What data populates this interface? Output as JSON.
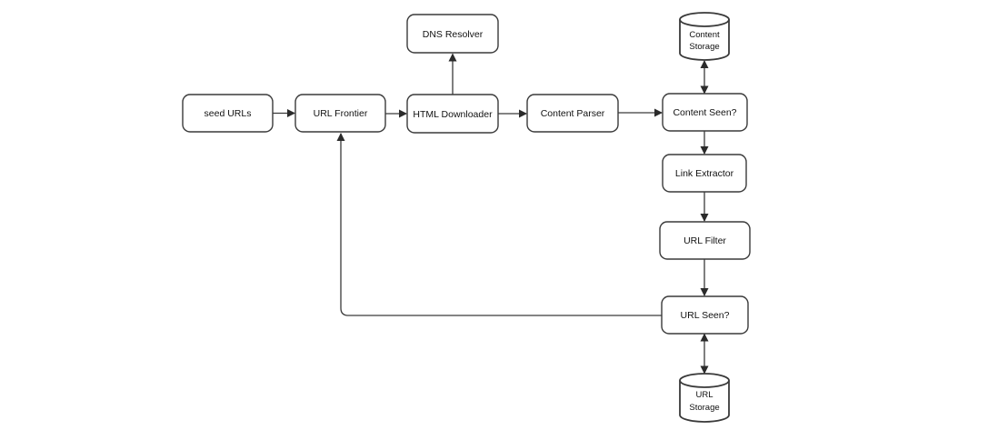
{
  "diagram": {
    "type": "flowchart",
    "subject": "web-crawler-architecture",
    "colors": {
      "background": "#ffffff",
      "stroke": "#3a3a3a",
      "node_fill": "#ffffff",
      "text": "#111111"
    },
    "nodes": {
      "seed_urls": {
        "label": "seed URLs",
        "shape": "rounded-rect"
      },
      "url_frontier": {
        "label": "URL Frontier",
        "shape": "rounded-rect"
      },
      "dns_resolver": {
        "label": "DNS Resolver",
        "shape": "rounded-rect"
      },
      "html_downloader": {
        "label": "HTML Downloader",
        "shape": "rounded-rect"
      },
      "content_parser": {
        "label": "Content Parser",
        "shape": "rounded-rect"
      },
      "content_seen": {
        "label": "Content Seen?",
        "shape": "rounded-rect"
      },
      "link_extractor": {
        "label": "Link Extractor",
        "shape": "rounded-rect"
      },
      "url_filter": {
        "label": "URL Filter",
        "shape": "rounded-rect"
      },
      "url_seen": {
        "label": "URL Seen?",
        "shape": "rounded-rect"
      },
      "content_storage": {
        "label_line1": "Content",
        "label_line2": "Storage",
        "shape": "cylinder"
      },
      "url_storage": {
        "label_line1": "URL",
        "label_line2": "Storage",
        "shape": "cylinder"
      }
    },
    "edges": [
      {
        "from": "seed_urls",
        "to": "url_frontier",
        "arrow": "single"
      },
      {
        "from": "url_frontier",
        "to": "html_downloader",
        "arrow": "single"
      },
      {
        "from": "html_downloader",
        "to": "dns_resolver",
        "arrow": "single"
      },
      {
        "from": "html_downloader",
        "to": "content_parser",
        "arrow": "single"
      },
      {
        "from": "content_parser",
        "to": "content_seen",
        "arrow": "single"
      },
      {
        "from": "content_seen",
        "to": "content_storage",
        "arrow": "double"
      },
      {
        "from": "content_seen",
        "to": "link_extractor",
        "arrow": "single"
      },
      {
        "from": "link_extractor",
        "to": "url_filter",
        "arrow": "single"
      },
      {
        "from": "url_filter",
        "to": "url_seen",
        "arrow": "single"
      },
      {
        "from": "url_seen",
        "to": "url_storage",
        "arrow": "double"
      },
      {
        "from": "url_seen",
        "to": "url_frontier",
        "arrow": "single"
      }
    ]
  }
}
